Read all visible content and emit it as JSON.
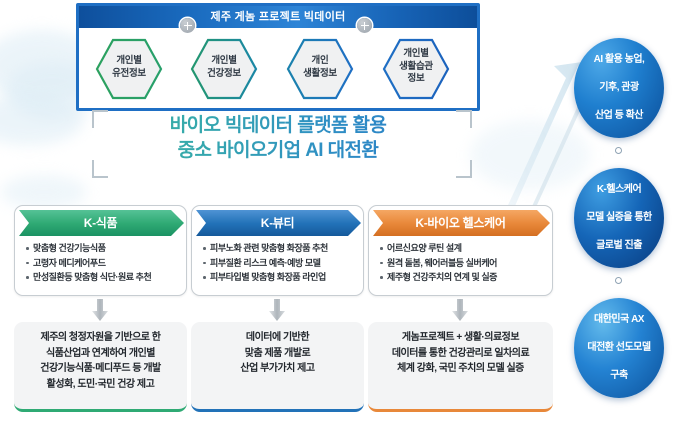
{
  "top_panel": {
    "title": "제주 게놈 프로젝트 빅데이터",
    "hexagons": [
      {
        "label": "개인별\n유전정보",
        "line1": "개인별",
        "line2": "유전정보",
        "line3": ""
      },
      {
        "label": "개인별\n건강정보",
        "line1": "개인별",
        "line2": "건강정보",
        "line3": ""
      },
      {
        "label": "개인\n생활정보",
        "line1": "개인",
        "line2": "생활정보",
        "line3": ""
      },
      {
        "label": "개인별\n생활습관\n정보",
        "line1": "개인별",
        "line2": "생활습관",
        "line3": "정보"
      }
    ]
  },
  "main_title": {
    "line1": "바이오 빅데이터 플랫폼 활용",
    "line2": "중소 바이오기업 AI 대전환"
  },
  "pillars": [
    {
      "name": "K-식품",
      "color": "#2faa74",
      "bullets": [
        "맞춤형 건강기능식품",
        "고령자 메디케어푸드",
        "만성질환등 맞춤형 식단·원료 추천"
      ],
      "outcome": {
        "line1": "제주의 청정자원을 기반으로 한",
        "line2": "식품산업과 연계하여 개인별",
        "line3": "건강기능식품·메디푸드 등 개발",
        "line4": "활성화, 도민·국민 건강 제고"
      }
    },
    {
      "name": "K-뷰티",
      "color": "#2272b8",
      "bullets": [
        "피부노화 관련 맞춤형 화장품 추천",
        "피부질환 리스크 예측·예방 모델",
        "피부타입별 맞춤형 화장품 라인업"
      ],
      "outcome": {
        "line1": "데이터에 기반한",
        "line2": "맞춤 제품 개발로",
        "line3": "산업 부가가치 제고",
        "line4": ""
      }
    },
    {
      "name": "K-바이오 헬스케어",
      "color": "#e8883a",
      "bullets": [
        "어르신요양 루틴 설계",
        "원격 돌봄, 웨어러블등 실버케어",
        "제주형 건강주치의 연계 및 실증"
      ],
      "outcome": {
        "line1": "게놈프로젝트 + 생활·의료정보",
        "line2": "데이터를 통한 건강관리로 일차의료",
        "line3": "체계 강화, 국민 주치의 모델 실증",
        "line4": ""
      }
    }
  ],
  "outcome_circles": [
    {
      "line1": "AI 활용 농업,",
      "line2": "기후, 관광",
      "line3": "산업 등 확산"
    },
    {
      "line1": "K-헬스케어",
      "line2": "모델 실증을 통한",
      "line3": "글로벌 진출"
    },
    {
      "line1": "대한민국 AX",
      "line2": "대전환 선도모델",
      "line3": "구축"
    }
  ],
  "icons": {
    "plus": "plus-connector-icon",
    "arrow_down": "arrow-down-icon",
    "separator_dot": "circle-separator-icon"
  },
  "colors": {
    "panel_border": "#1f6fc4",
    "green": "#2faa74",
    "blue": "#2272b8",
    "orange": "#e8883a"
  }
}
